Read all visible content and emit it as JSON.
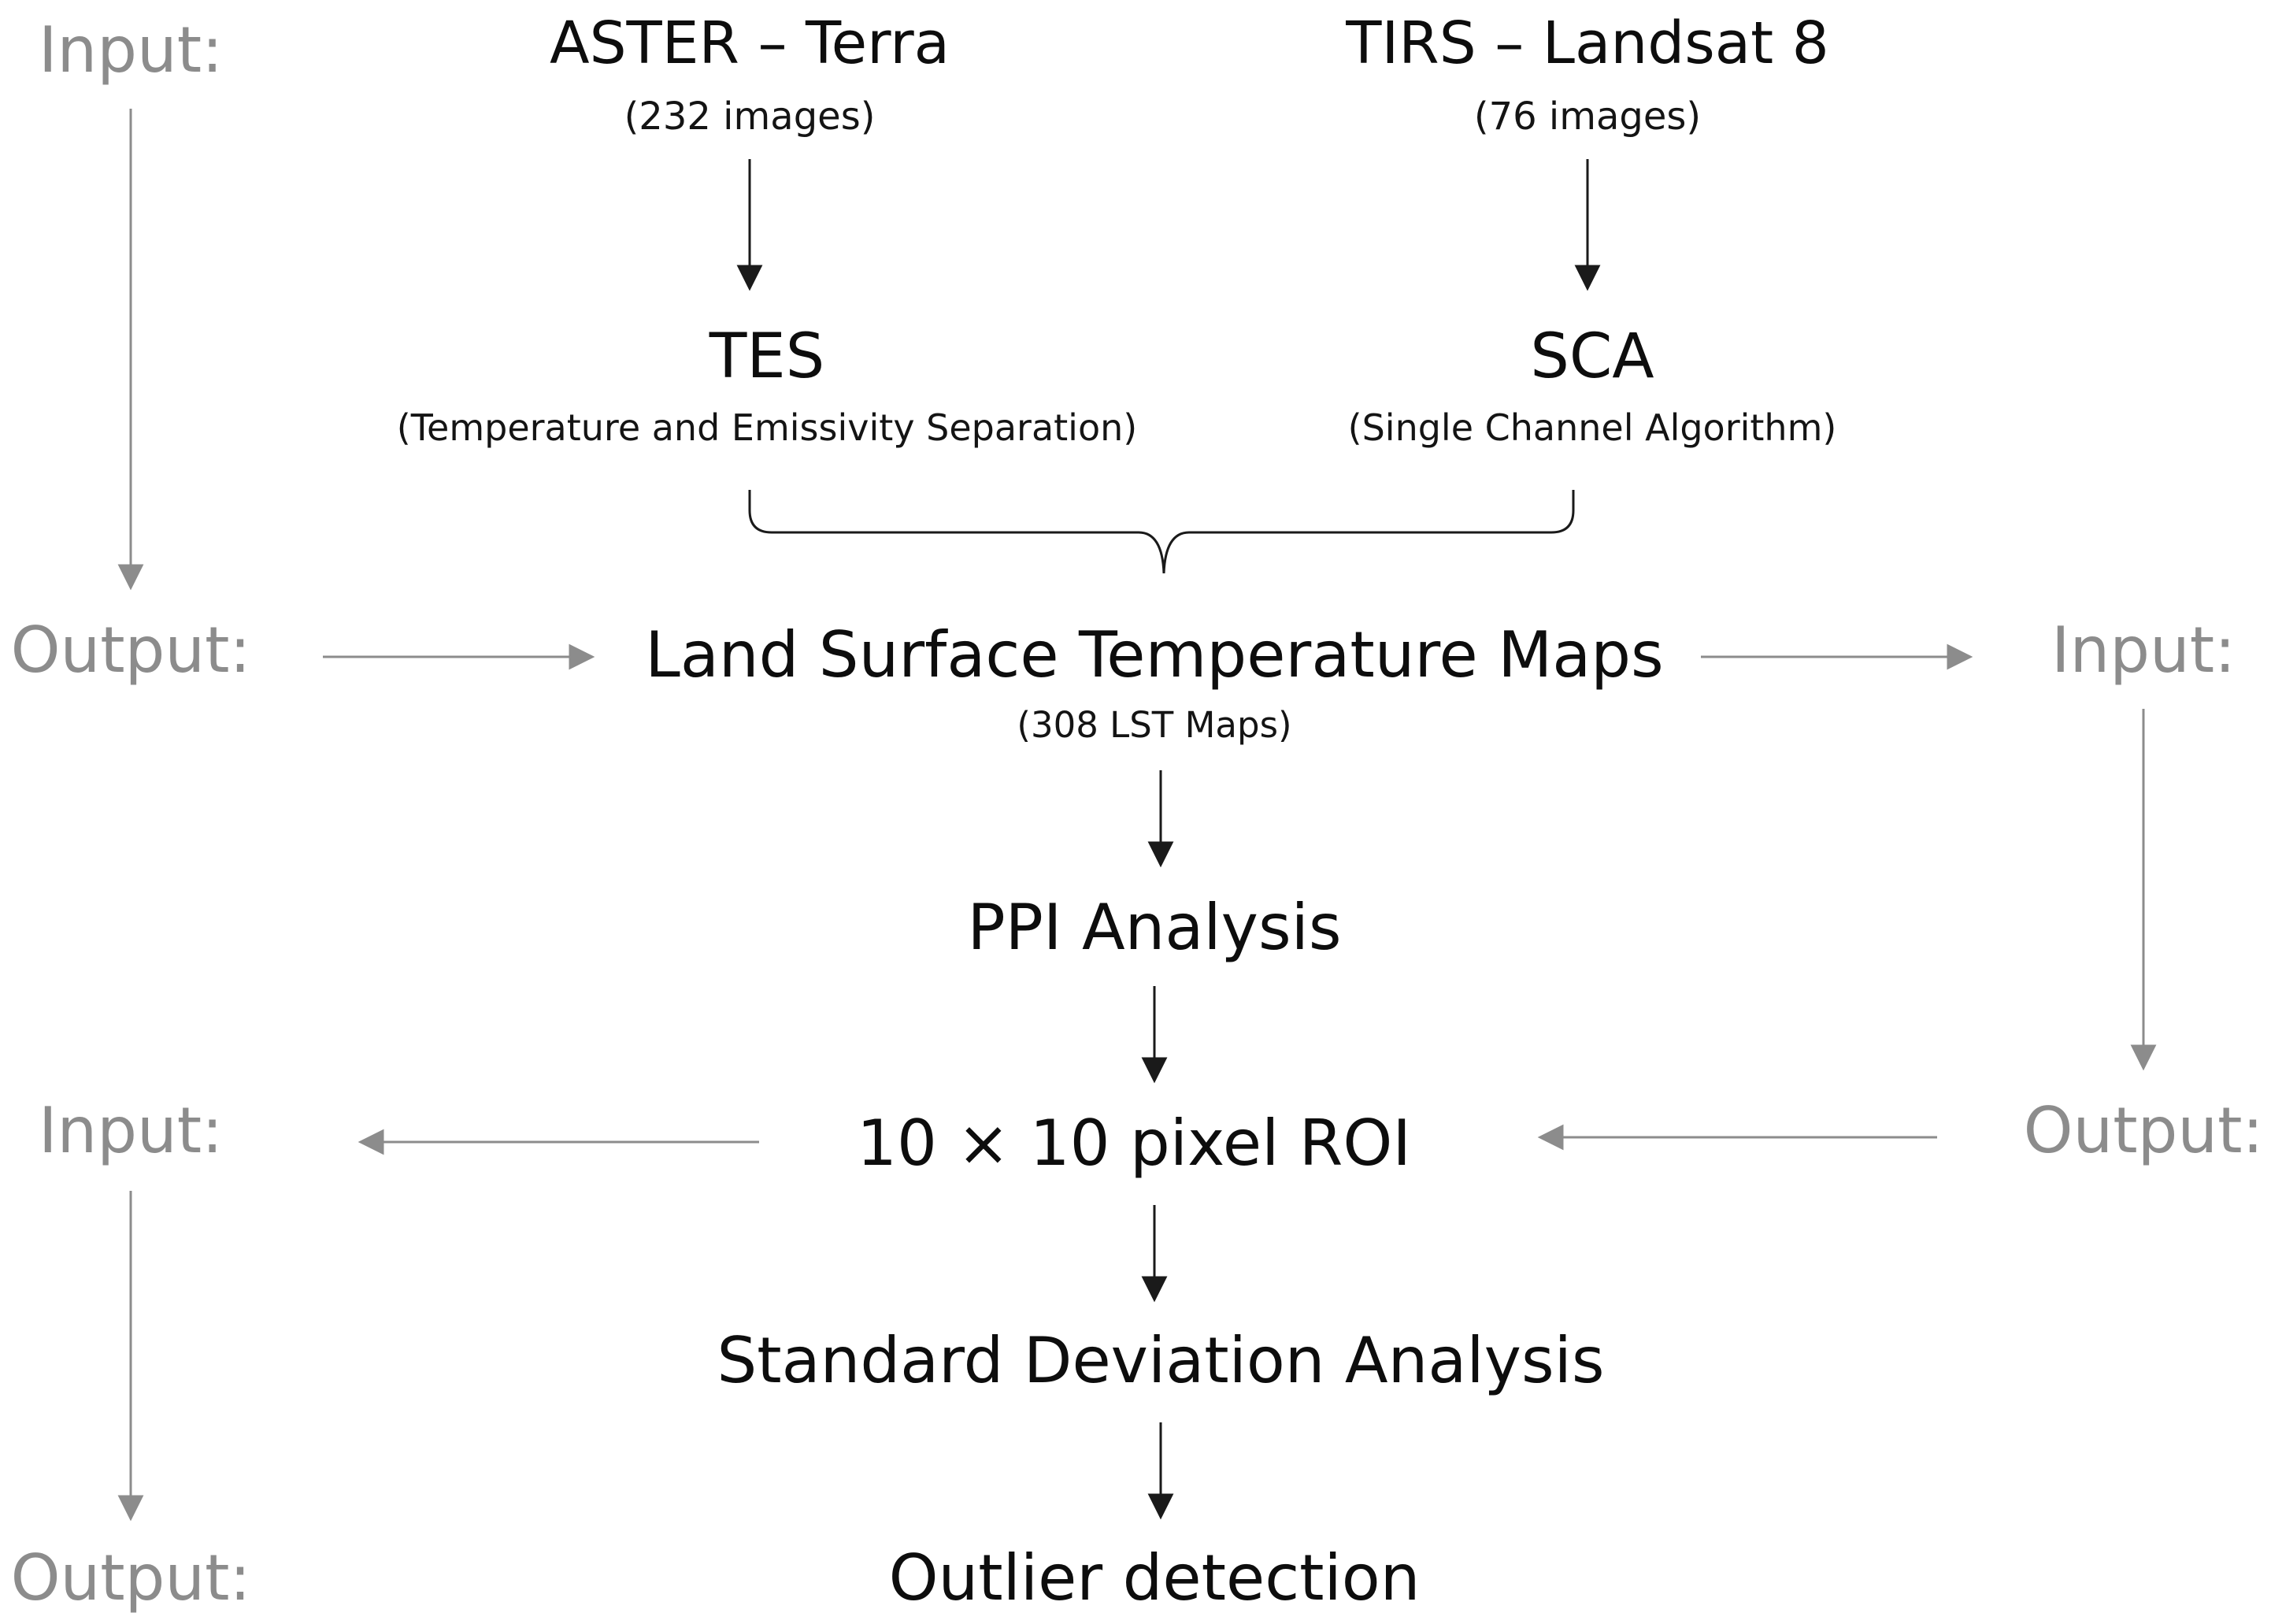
{
  "sources": {
    "aster": {
      "title": "ASTER – Terra",
      "count": "(232 images)"
    },
    "tirs": {
      "title": "TIRS – Landsat 8",
      "count": "(76 images)"
    }
  },
  "algorithms": {
    "tes": {
      "title": "TES",
      "subtitle": "(Temperature and Emissivity Separation)"
    },
    "sca": {
      "title": "SCA",
      "subtitle": "(Single Channel Algorithm)"
    }
  },
  "steps": {
    "lst": {
      "title": "Land Surface Temperature Maps",
      "subtitle": "(308 LST Maps)"
    },
    "ppi": {
      "title": "PPI Analysis"
    },
    "roi": {
      "title": "10 × 10 pixel ROI"
    },
    "std": {
      "title": "Standard Deviation Analysis"
    },
    "outlier": {
      "title": "Outlier detection"
    }
  },
  "side_labels": {
    "left_top_input": "Input:",
    "left_top_output": "Output:",
    "right_input": "Input:",
    "right_output": "Output:",
    "left_bottom_input": "Input:",
    "left_bottom_output": "Output:"
  },
  "colors": {
    "main_text": "#0d0d0d",
    "side_text": "#8c8c8c",
    "main_arrow": "#1a1a1a",
    "side_arrow": "#8c8c8c"
  }
}
